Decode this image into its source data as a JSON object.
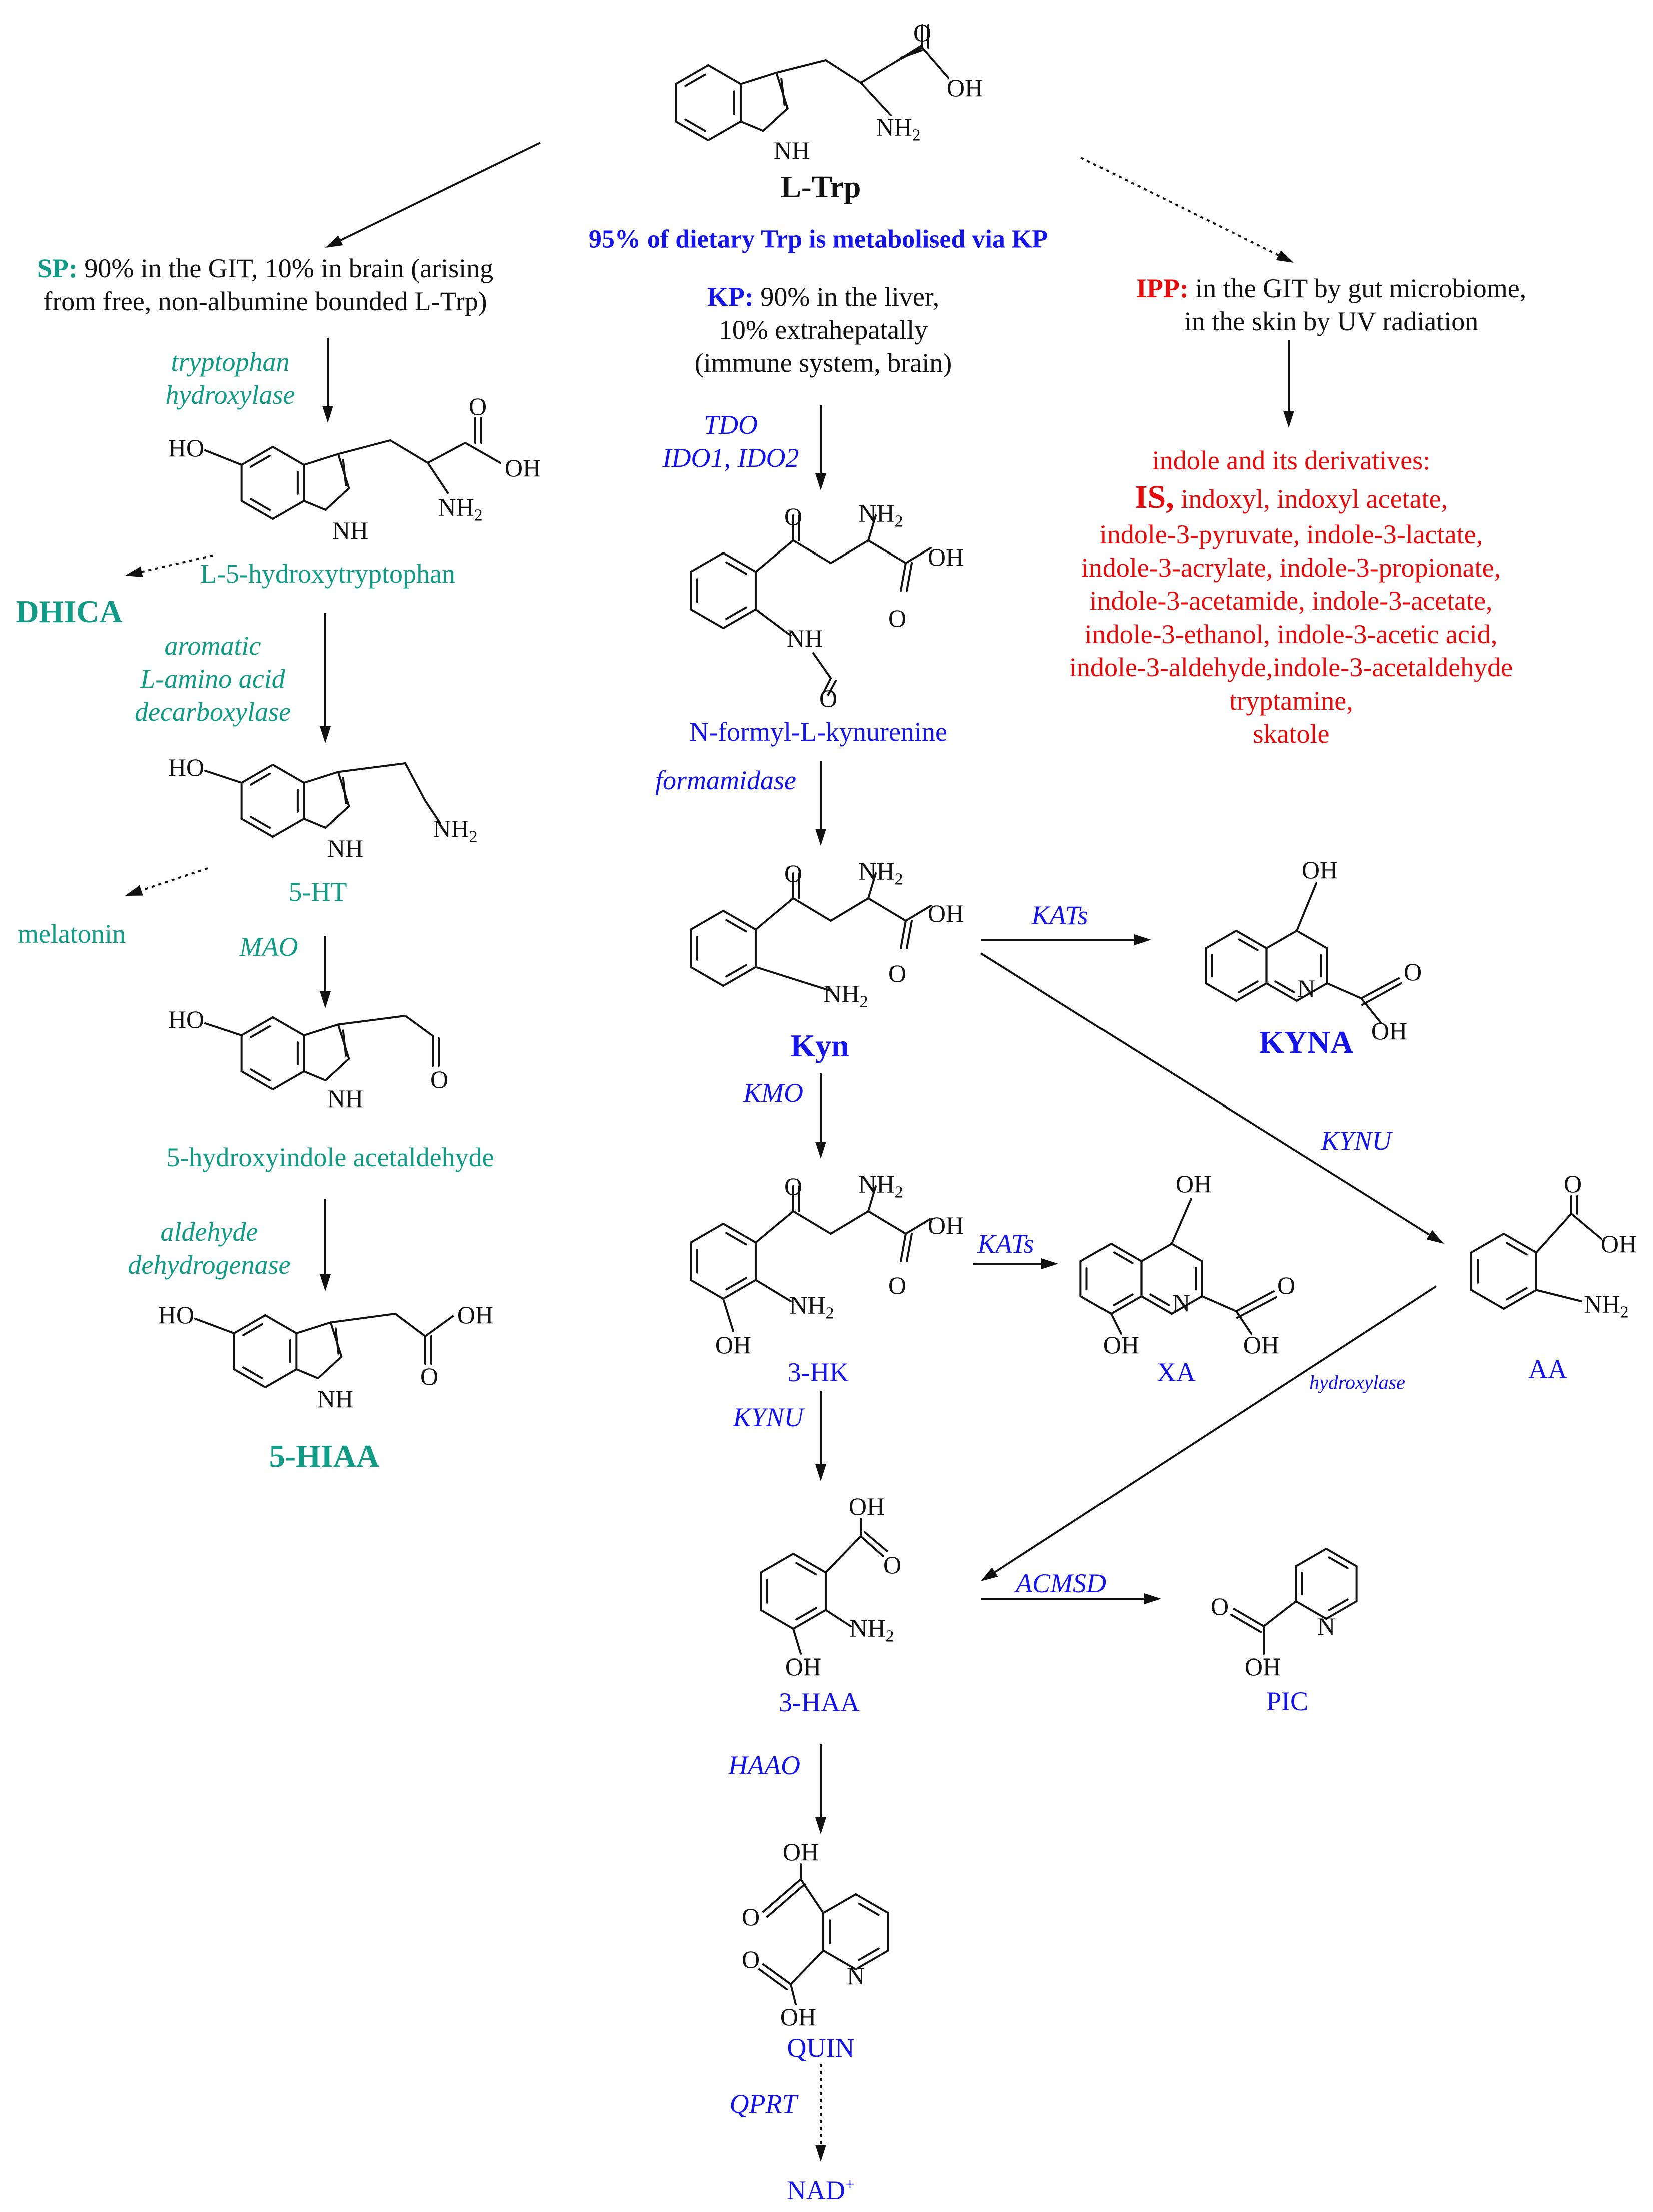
{
  "source": {
    "name": "L-Trp",
    "note": "95% of dietary Trp is metabolised via KP"
  },
  "sp": {
    "tag": "SP:",
    "description": [
      " 90% in the GIT, 10% in brain (arising",
      "from free, non-albumine bounded  L-Trp)"
    ],
    "enzymes": {
      "e1": [
        "tryptophan",
        "hydroxylase"
      ],
      "e2": [
        "aromatic",
        "L-amino acid",
        "decarboxylase"
      ],
      "e3": "MAO",
      "e4": [
        "aldehyde",
        "dehydrogenase"
      ]
    },
    "compounds": {
      "c1": "L-5-hydroxytryptophan",
      "side1": "DHICA",
      "c2": "5-HT",
      "side2": "melatonin",
      "c3": "5-hydroxyindole acetaldehyde",
      "c4": "5-HIAA"
    }
  },
  "kp": {
    "tag": "KP:",
    "description": [
      " 90% in the liver,",
      "10% extrahepatally",
      "(immune system, brain)"
    ],
    "enzymes": {
      "tdo": [
        "TDO",
        "IDO1, IDO2"
      ],
      "formamidase": "formamidase",
      "kmo": "KMO",
      "kats1": "KATs",
      "kats2": "KATs",
      "kynu1": "KYNU",
      "kynu2": "KYNU",
      "hydroxylase": "hydroxylase",
      "acmsd": "ACMSD",
      "haao": "HAAO",
      "qprt": "QPRT"
    },
    "compounds": {
      "nfk": "N-formyl-L-kynurenine",
      "kyn": "Kyn",
      "kyna": "KYNA",
      "hk": "3-HK",
      "xa": "XA",
      "aa": "AA",
      "haa": "3-HAA",
      "pic": "PIC",
      "quin": "QUIN",
      "nad": "NAD",
      "nad_sup": "+"
    }
  },
  "ipp": {
    "tag": "IPP:",
    "description": [
      " in the GIT by gut microbiome,",
      "in the skin by UV radiation"
    ],
    "products": {
      "header": "indole and its derivatives:",
      "is_bold": "IS,",
      "line1_rest": " indoxyl, indoxyl acetate,",
      "lines": [
        "indole-3-pyruvate, indole-3-lactate,",
        "indole-3-acrylate, indole-3-propionate,",
        "indole-3-acetamide, indole-3-acetate,",
        "indole-3-ethanol,  indole-3-acetic acid,",
        "indole-3-aldehyde,indole-3-acetaldehyde",
        "tryptamine,",
        "skatole"
      ]
    }
  },
  "atoms": {
    "oh": "OH",
    "o": "O",
    "nh": "NH",
    "n": "N",
    "nh2": "NH",
    "ho": "HO",
    "sub2": "2"
  },
  "colors": {
    "sp": "#119b86",
    "kp": "#1414e6",
    "ipp": "#e30b0b",
    "structure": "#111111"
  }
}
